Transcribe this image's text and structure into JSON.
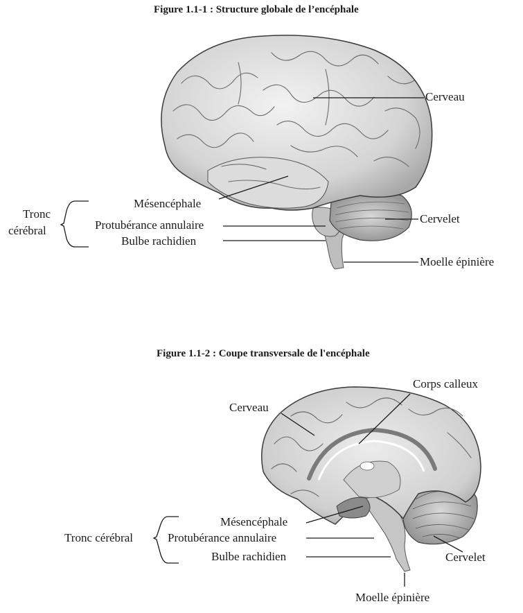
{
  "figure1": {
    "title": "Figure 1.1-1 : Structure globale de l’encéphale",
    "labels": {
      "cerveau": "Cerveau",
      "mesencephale": "Mésencéphale",
      "tronc_line1": "Tronc",
      "tronc_line2": "cérébral",
      "protuberance": "Protubérance annulaire",
      "bulbe": "Bulbe rachidien",
      "cervelet": "Cervelet",
      "moelle": "Moelle épinière"
    }
  },
  "figure2": {
    "title": "Figure 1.1-2 : Coupe transversale de l'encéphale",
    "labels": {
      "corps_calleux": "Corps calleux",
      "cerveau": "Cerveau",
      "mesencephale": "Mésencéphale",
      "tronc": "Tronc cérébral",
      "protuberance": "Protubérance annulaire",
      "bulbe": "Bulbe rachidien",
      "cervelet": "Cervelet",
      "moelle": "Moelle épinière"
    }
  }
}
